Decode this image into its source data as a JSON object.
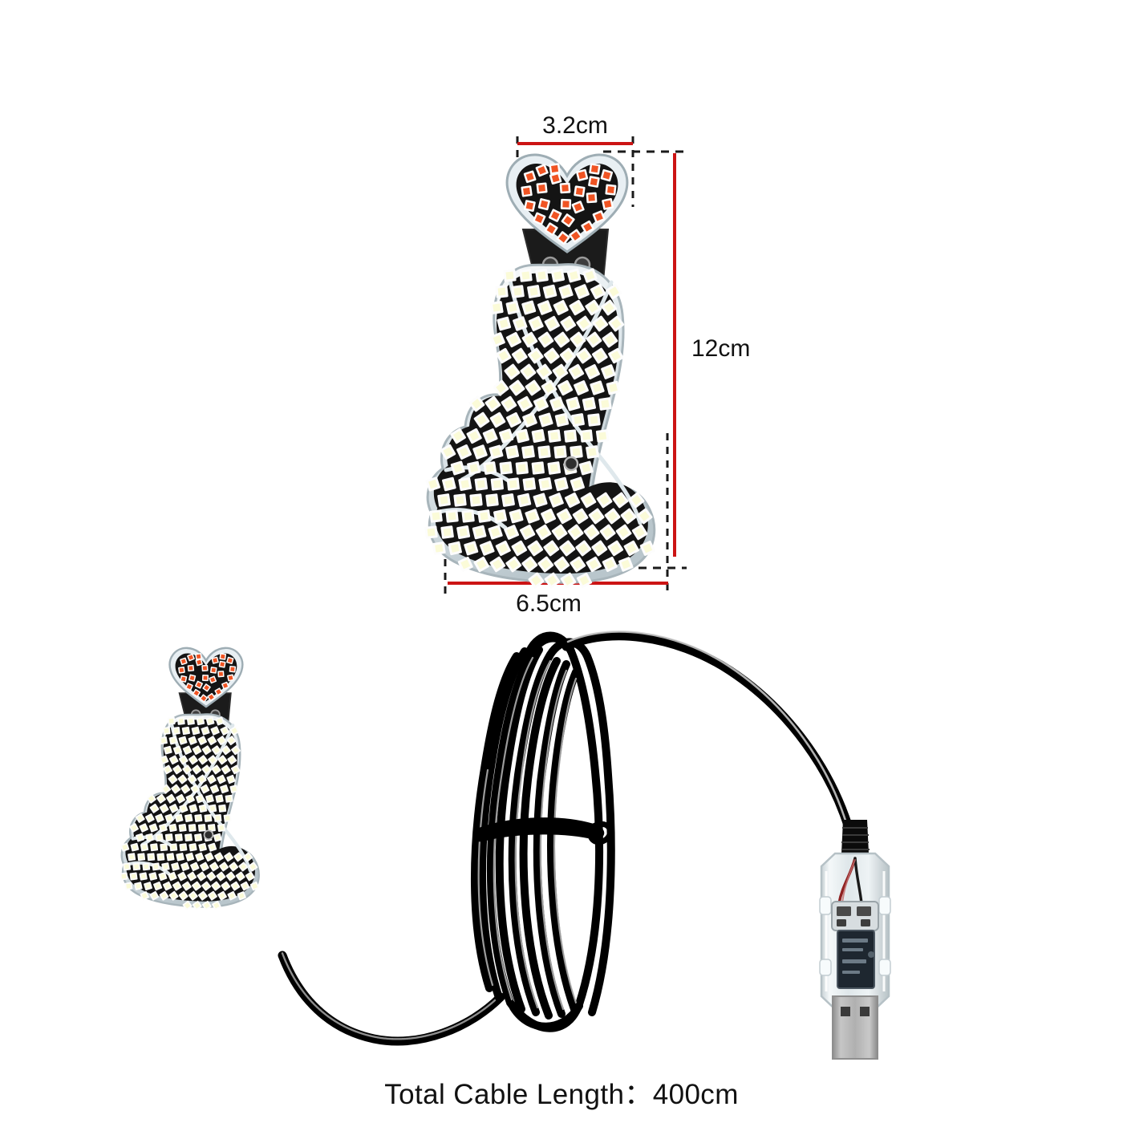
{
  "product": {
    "name": "LED finger-heart hand light with USB cable",
    "units": [
      {
        "id": "top-unit",
        "label": "dimensioned-finger-heart-light"
      },
      {
        "id": "bottom-unit",
        "label": "finger-heart-light-with-cable"
      }
    ]
  },
  "dimensions": {
    "width_top": "3.2cm",
    "height": "12cm",
    "width_bottom": "6.5cm",
    "line_color": "#CC1414",
    "guide_color": "#1a1a1a"
  },
  "caption": {
    "text": "Total Cable Length：400cm"
  },
  "colors": {
    "background": "#ffffff",
    "pcb_black": "#171717",
    "pcb_edge": "#dfe6ea",
    "led_white": "#fbfbd8",
    "led_pad_white": "#fdfdfd",
    "led_red": "#f05423",
    "cable_black": "#0d0d0d",
    "cable_highlight": "#cfcfcf",
    "usb_metal": "#b3b3b3",
    "usb_shell": "#e9eef0"
  },
  "parts": {
    "heart_label": "heart-led-panel",
    "hand_label": "hand-led-panel",
    "hinge_label": "clip-hinge",
    "coil_label": "coiled-cable",
    "tie_label": "cable-tie",
    "usb_label": "usb-a-connector",
    "usb_pcb_label": "usb-internal-pcb"
  }
}
